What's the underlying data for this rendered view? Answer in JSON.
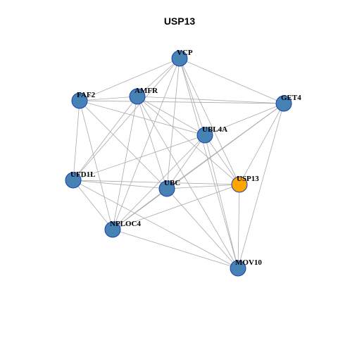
{
  "title": "USP13",
  "colors": {
    "default_node": "#4682b4",
    "highlight_node": "#ffa500",
    "node_border": "#1a3fb0",
    "edge": "#aaaaaa"
  },
  "nodes": [
    {
      "id": "VCP",
      "label": "VCP",
      "highlight": false
    },
    {
      "id": "FAF2",
      "label": "FAF2",
      "highlight": false
    },
    {
      "id": "AMFR",
      "label": "AMFR",
      "highlight": false
    },
    {
      "id": "GET4",
      "label": "GET4",
      "highlight": false
    },
    {
      "id": "UBL4A",
      "label": "UBL4A",
      "highlight": false
    },
    {
      "id": "UFD1L",
      "label": "UFD1L",
      "highlight": false
    },
    {
      "id": "UBC",
      "label": "UBC",
      "highlight": false
    },
    {
      "id": "USP13",
      "label": "USP13",
      "highlight": true
    },
    {
      "id": "NPLOC4",
      "label": "NPLOC4",
      "highlight": false
    },
    {
      "id": "MOV10",
      "label": "MOV10",
      "highlight": false
    }
  ],
  "edges": [
    [
      "VCP",
      "FAF2"
    ],
    [
      "VCP",
      "AMFR"
    ],
    [
      "VCP",
      "GET4"
    ],
    [
      "VCP",
      "UBL4A"
    ],
    [
      "VCP",
      "UFD1L"
    ],
    [
      "VCP",
      "UBC"
    ],
    [
      "VCP",
      "USP13"
    ],
    [
      "VCP",
      "NPLOC4"
    ],
    [
      "VCP",
      "MOV10"
    ],
    [
      "FAF2",
      "AMFR"
    ],
    [
      "FAF2",
      "GET4"
    ],
    [
      "FAF2",
      "UBL4A"
    ],
    [
      "FAF2",
      "UFD1L"
    ],
    [
      "FAF2",
      "UBC"
    ],
    [
      "FAF2",
      "NPLOC4"
    ],
    [
      "AMFR",
      "GET4"
    ],
    [
      "AMFR",
      "UBL4A"
    ],
    [
      "AMFR",
      "UFD1L"
    ],
    [
      "AMFR",
      "UBC"
    ],
    [
      "AMFR",
      "USP13"
    ],
    [
      "AMFR",
      "NPLOC4"
    ],
    [
      "AMFR",
      "MOV10"
    ],
    [
      "GET4",
      "UBL4A"
    ],
    [
      "GET4",
      "UBC"
    ],
    [
      "GET4",
      "USP13"
    ],
    [
      "GET4",
      "MOV10"
    ],
    [
      "GET4",
      "NPLOC4"
    ],
    [
      "UBL4A",
      "UFD1L"
    ],
    [
      "UBL4A",
      "UBC"
    ],
    [
      "UBL4A",
      "USP13"
    ],
    [
      "UBL4A",
      "NPLOC4"
    ],
    [
      "UBL4A",
      "MOV10"
    ],
    [
      "UFD1L",
      "UBC"
    ],
    [
      "UFD1L",
      "USP13"
    ],
    [
      "UFD1L",
      "NPLOC4"
    ],
    [
      "UFD1L",
      "MOV10"
    ],
    [
      "UBC",
      "USP13"
    ],
    [
      "UBC",
      "NPLOC4"
    ],
    [
      "UBC",
      "MOV10"
    ],
    [
      "USP13",
      "NPLOC4"
    ],
    [
      "USP13",
      "MOV10"
    ],
    [
      "NPLOC4",
      "MOV10"
    ]
  ]
}
